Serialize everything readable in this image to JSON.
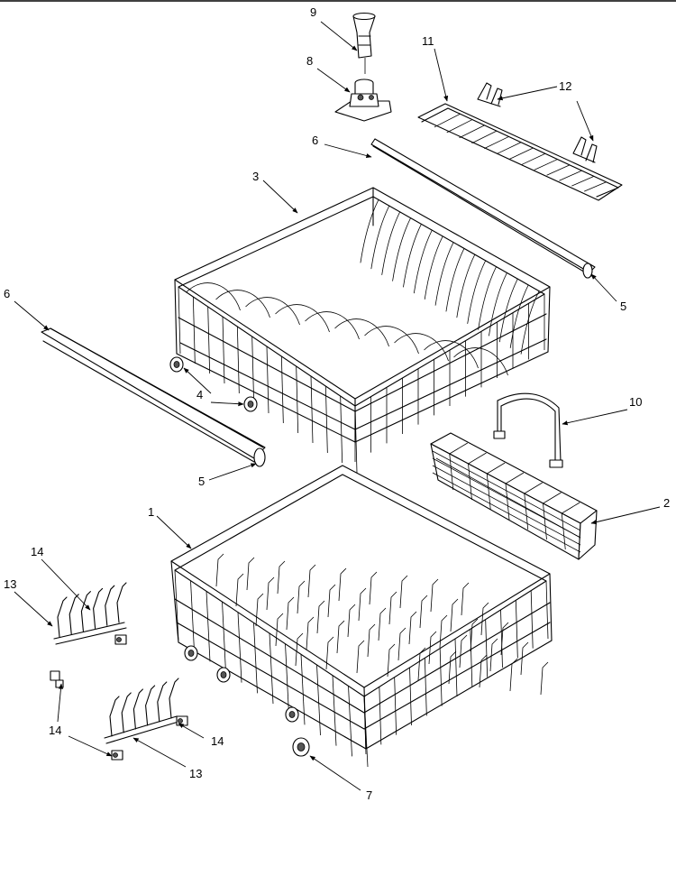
{
  "labels": {
    "p1": "1",
    "p2": "2",
    "p3": "3",
    "p4": "4",
    "p5a": "5",
    "p5b": "5",
    "p6a": "6",
    "p6b": "6",
    "p7": "7",
    "p8": "8",
    "p9": "9",
    "p10": "10",
    "p11": "11",
    "p12": "12",
    "p13a": "13",
    "p13b": "13",
    "p14a": "14",
    "p14b": "14",
    "p14c": "14"
  }
}
